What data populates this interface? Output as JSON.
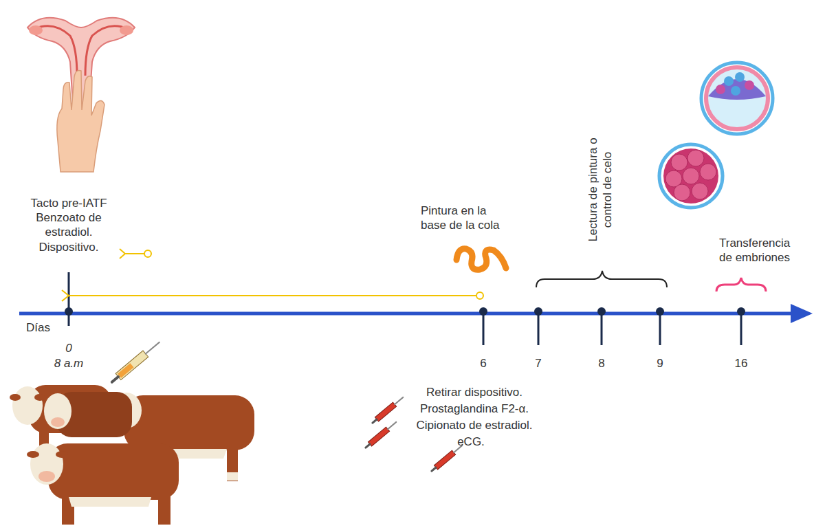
{
  "diagram": {
    "labels": [
      "Tacto pre-IATF",
      "Benzoato de estradiol.",
      "Dispositivo.",
      "Pintura en la base de la cola",
      "Lectura de pintura o control de celo",
      "Transferencia de embriones",
      "Días",
      "0",
      "8 a.m",
      "6",
      "7",
      "8",
      "9",
      "16",
      "Retirar dispositivo.",
      "Prostaglandina F2-α.",
      "Cipionato de estradiol.",
      "eCG."
    ]
  }
}
